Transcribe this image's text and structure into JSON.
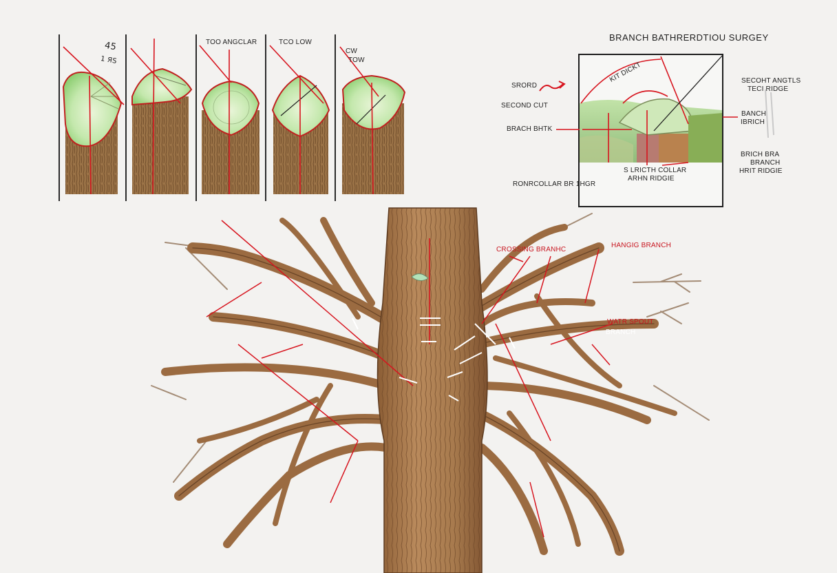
{
  "colors": {
    "background": "#f3f2f0",
    "bark": "#a87a4e",
    "bark_dark": "#6b4526",
    "cambium": "#a7d98f",
    "cut_line": "#d7141e",
    "ink": "#1e1e1e"
  },
  "cut_strip": {
    "panel_labels": [
      "TOO ANGCLAR",
      "TCO LOW",
      "CW",
      "TOW"
    ],
    "handwriting": [
      "45",
      "1 ЯS"
    ]
  },
  "detail": {
    "title": "BRANCH BATHRERDTIOU SURGEY",
    "left_labels": [
      "SRORD",
      "SECOND CUT",
      "BRACH BHTK",
      "RONRCOLLAR BR 1HGR"
    ],
    "right_labels": [
      "SECOHT ANGTLS",
      "TECI RIDGE",
      "BANCH",
      "IBRICH",
      "BRICH BRA",
      "BRANCH",
      "HRIT RIDGIE"
    ],
    "inner_labels": [
      "KIT DICKT",
      "S LRICTH COLLAR",
      "ARHN RIDGIE"
    ]
  },
  "tree": {
    "labels": [
      "CROSSING BRANHC",
      "HANGIG BRANCH",
      "WATR SPOUT",
      "BRANCH"
    ]
  },
  "icons": [
    "pencil-stroke-icon",
    "red-arrow-icon",
    "cut-mark-icon"
  ]
}
